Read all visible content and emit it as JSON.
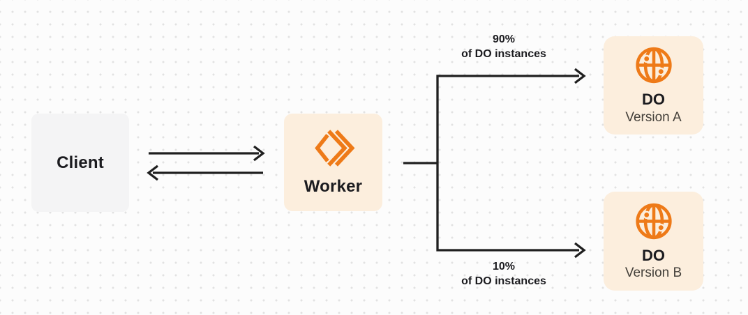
{
  "nodes": {
    "client": {
      "label": "Client"
    },
    "worker": {
      "label": "Worker",
      "icon": "cloudflare-workers-icon"
    },
    "do_version_a": {
      "title": "DO",
      "subtitle": "Version A",
      "icon": "globe-icon"
    },
    "do_version_b": {
      "title": "DO",
      "subtitle": "Version B",
      "icon": "globe-icon"
    }
  },
  "labels": {
    "split_top": {
      "percent": "90%",
      "caption": "of DO instances"
    },
    "split_bottom": {
      "percent": "10%",
      "caption": "of DO instances"
    }
  },
  "colors": {
    "background": "#FCFCFC",
    "dot_grid": "#E2E2E2",
    "node_bg_gray": "#F4F4F5",
    "node_bg_orange": "#FCEEDD",
    "accent_orange": "#EE7A18",
    "arrow": "#1F1F1F",
    "text_primary": "#1B1B1F",
    "text_secondary": "#44403A"
  }
}
